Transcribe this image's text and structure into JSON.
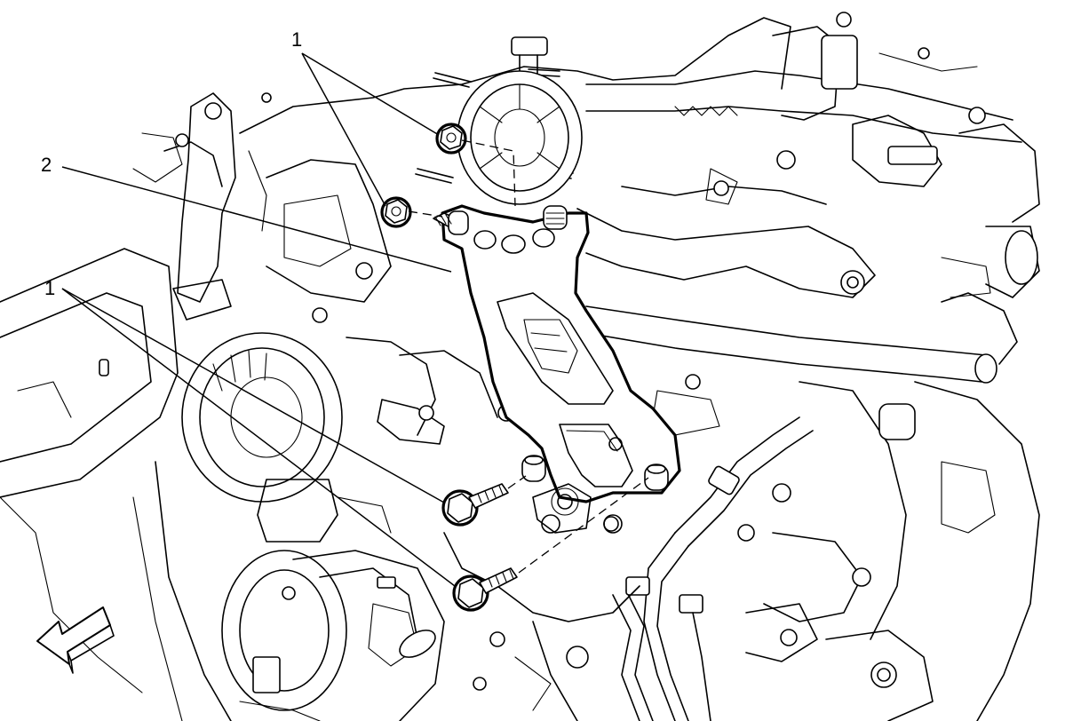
{
  "callouts": {
    "fastener_label_top": "1",
    "bracket_label": "2",
    "fastener_label_bottom": "1"
  },
  "icons": {
    "direction_arrow": "front-direction-arrow-icon"
  },
  "colors": {
    "line": "#000000",
    "background": "#ffffff"
  }
}
